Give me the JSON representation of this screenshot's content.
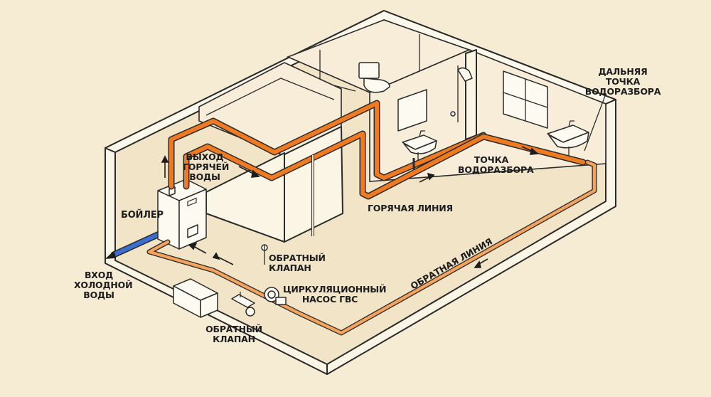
{
  "labels": {
    "hot_outlet": "ВЫХОД\nГОРЯЧЕЙ\nВОДЫ",
    "boiler": "БОЙЛЕР",
    "cold_inlet": "ВХОД\nХОЛОДНОЙ\nВОДЫ",
    "check_valve_upper": "ОБРАТНЫЙ\nКЛАПАН",
    "pump": "ЦИРКУЛЯЦИОННЫЙ\nНАСОС ГВС",
    "check_valve_lower": "ОБРАТНЫЙ\nКЛАПАН",
    "hot_line": "ГОРЯЧАЯ ЛИНИЯ",
    "draw_point": "ТОЧКА\nВОДОРАЗБОРА",
    "far_draw_point": "ДАЛЬНЯЯ ТОЧКА\nВОДОРАЗБОРА",
    "return_line": "ОБРАТНАЯ ЛИНИЯ"
  },
  "colors": {
    "hot_pipe": "#f07a22",
    "return_pipe": "#f4a25c",
    "cold_pipe": "#3a6fd0",
    "background": "#f6ebd3",
    "line": "#2a2a2a"
  },
  "icons": [
    "arrow-icon",
    "boiler-icon",
    "pump-icon",
    "valve-icon",
    "toilet-icon",
    "shower-icon",
    "sink-icon",
    "window-icon"
  ]
}
